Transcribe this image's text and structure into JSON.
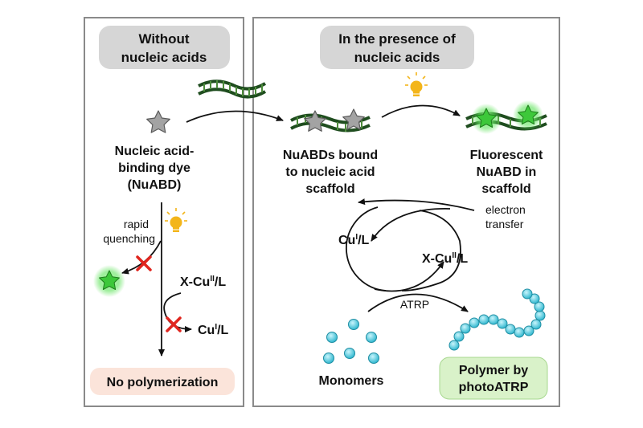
{
  "left_panel": {
    "header_line1": "Without",
    "header_line2": "nucleic acids",
    "dye_label_line1": "Nucleic acid-",
    "dye_label_line2": "binding dye",
    "dye_label_line3": "(NuABD)",
    "rapid_line1": "rapid",
    "rapid_line2": "quenching",
    "oxidized_label": "X-Cu",
    "oxidized_sup": "II",
    "oxidized_tail": "/L",
    "reduced_label": "Cu",
    "reduced_sup": "I",
    "reduced_tail": "/L",
    "result_label": "No polymerization"
  },
  "right_panel": {
    "header_line1": "In the presence of",
    "header_line2": "nucleic acids",
    "bound_line1": "NuABDs bound",
    "bound_line2": "to nucleic acid",
    "bound_line3": "scaffold",
    "fluor_line1": "Fluorescent",
    "fluor_line2": "NuABD in",
    "fluor_line3": "scaffold",
    "electron_line1": "electron",
    "electron_line2": "transfer",
    "cu1_label": "Cu",
    "cu1_sup": "I",
    "cu1_tail": "/L",
    "xcu2_label": "X-Cu",
    "xcu2_sup": "II",
    "xcu2_tail": "/L",
    "atrp_label": "ATRP",
    "monomers_label": "Monomers",
    "polymer_line1": "Polymer by",
    "polymer_line2": "photoATRP"
  },
  "colors": {
    "panel_border": "#8a8a8a",
    "header_fill": "#d6d6d6",
    "dna_strand": "#1f4d1f",
    "dna_rung": "#4c8c3a",
    "star_gray": "#9a9a9a",
    "star_green": "#3dc83a",
    "glow_green": "#7cf07a",
    "cross_red": "#e0251e",
    "bulb_yellow": "#f3b51a",
    "monomer_cyan": "#5fd3e6",
    "no_poly_fill": "#fbe4da",
    "polymer_fill": "#d9f2c9"
  },
  "icons": [
    "gray-star-icon",
    "green-star-icon",
    "light-bulb-icon",
    "red-cross-icon",
    "dna-strand-icon",
    "monomer-bead-icon"
  ]
}
